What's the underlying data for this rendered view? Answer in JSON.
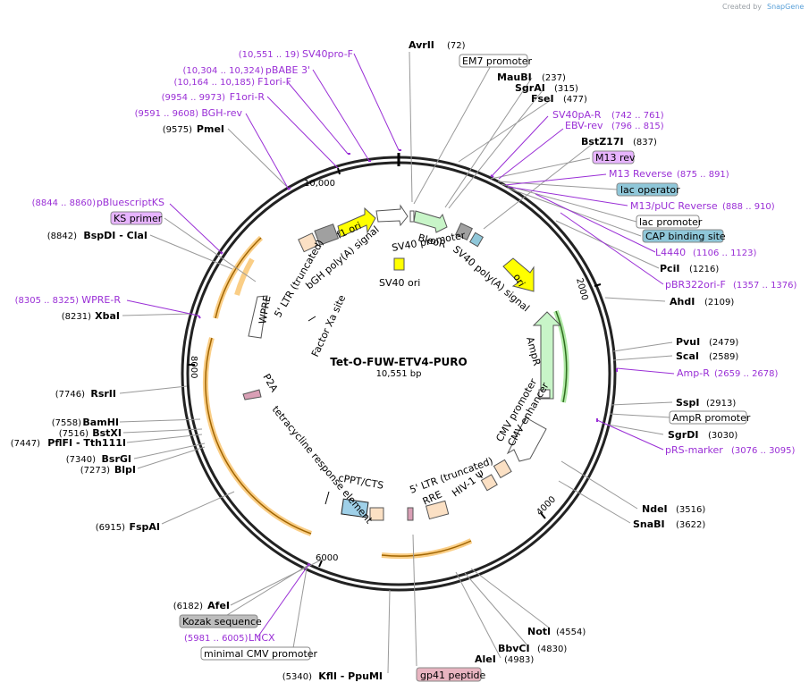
{
  "credit": {
    "prefix": "Created by",
    "brand": "SnapGene"
  },
  "plasmid": {
    "name": "Tet-O-FUW-ETV4-PURO",
    "size": "10,551 bp"
  },
  "ticks": [
    "2000",
    "4000",
    "6000",
    "8000",
    "10,000"
  ],
  "sites": [
    {
      "name": "AvrII",
      "pos": "(72)"
    },
    {
      "name": "MauBI",
      "pos": "(237)"
    },
    {
      "name": "SgrAI",
      "pos": "(315)"
    },
    {
      "name": "FseI",
      "pos": "(477)"
    },
    {
      "name": "BstZ17I",
      "pos": "(837)"
    },
    {
      "name": "PciI",
      "pos": "(1216)"
    },
    {
      "name": "AhdI",
      "pos": "(2109)"
    },
    {
      "name": "PvuI",
      "pos": "(2479)"
    },
    {
      "name": "ScaI",
      "pos": "(2589)"
    },
    {
      "name": "SspI",
      "pos": "(2913)"
    },
    {
      "name": "SgrDI",
      "pos": "(3030)"
    },
    {
      "name": "NdeI",
      "pos": "(3516)"
    },
    {
      "name": "SnaBI",
      "pos": "(3622)"
    },
    {
      "name": "NotI",
      "pos": "(4554)"
    },
    {
      "name": "BbvCI",
      "pos": "(4830)"
    },
    {
      "name": "AleI",
      "pos": "(4983)"
    },
    {
      "name": "KflI - PpuMI",
      "pos": "(5340)"
    },
    {
      "name": "AfeI",
      "pos": "(6182)"
    },
    {
      "name": "FspAI",
      "pos": "(6915)"
    },
    {
      "name": "BlpI",
      "pos": "(7273)"
    },
    {
      "name": "BsrGI",
      "pos": "(7340)"
    },
    {
      "name": "PflFI - Tth111I",
      "pos": "(7447)"
    },
    {
      "name": "BstXI",
      "pos": "(7516)"
    },
    {
      "name": "BamHI",
      "pos": "(7558)"
    },
    {
      "name": "RsrII",
      "pos": "(7746)"
    },
    {
      "name": "XbaI",
      "pos": "(8231)"
    },
    {
      "name": "BspDI - ClaI",
      "pos": "(8842)"
    },
    {
      "name": "PmeI",
      "pos": "(9575)"
    }
  ],
  "primers": [
    {
      "name": "SV40pro-F",
      "range": "(10,551 .. 19)"
    },
    {
      "name": "pBABE 3'",
      "range": "(10,304 .. 10,324)"
    },
    {
      "name": "F1ori-F",
      "range": "(10,164 .. 10,185)"
    },
    {
      "name": "F1ori-R",
      "range": "(9954 .. 9973)"
    },
    {
      "name": "BGH-rev",
      "range": "(9591 .. 9608)"
    },
    {
      "name": "pBluescriptKS",
      "range": "(8844 .. 8860)"
    },
    {
      "name": "WPRE-R",
      "range": "(8305 .. 8325)"
    },
    {
      "name": "SV40pA-R",
      "range": "(742 .. 761)"
    },
    {
      "name": "EBV-rev",
      "range": "(796 .. 815)"
    },
    {
      "name": "M13 Reverse",
      "range": "(875 .. 891)"
    },
    {
      "name": "M13/pUC Reverse",
      "range": "(888 .. 910)"
    },
    {
      "name": "L4440",
      "range": "(1106 .. 1123)"
    },
    {
      "name": "pBR322ori-F",
      "range": "(1357 .. 1376)"
    },
    {
      "name": "Amp-R",
      "range": "(2659 .. 2678)"
    },
    {
      "name": "pRS-marker",
      "range": "(3076 .. 3095)"
    },
    {
      "name": "LNCX",
      "range": "(5981 .. 6005)"
    }
  ],
  "boxed_features": [
    {
      "name": "EM7 promoter",
      "color": "#ffffff"
    },
    {
      "name": "M13 rev",
      "color": "#e7b4ff"
    },
    {
      "name": "lac operator",
      "color": "#8fc7d9"
    },
    {
      "name": "lac promoter",
      "color": "#ffffff"
    },
    {
      "name": "CAP binding site",
      "color": "#8fc7d9"
    },
    {
      "name": "AmpR promoter",
      "color": "#ffffff"
    },
    {
      "name": "KS primer",
      "color": "#e7b4ff"
    },
    {
      "name": "Kozak sequence",
      "color": "#bdbdbd"
    },
    {
      "name": "minimal CMV promoter",
      "color": "#ffffff"
    },
    {
      "name": "gp41 peptide",
      "color": "#e8b4c0"
    }
  ],
  "inner_features": [
    "f1 ori",
    "bGH poly(A) signal",
    "SV40 promoter",
    "BleoR",
    "SV40 poly(A) signal",
    "SV40 ori",
    "ori",
    "AmpR",
    "CMV promoter",
    "CMV enhancer",
    "HIV-1 Ψ",
    "5' LTR (truncated)",
    "RRE",
    "cPPT/CTS",
    "tetracycline response element",
    "P2A",
    "Factor Xa site",
    "5' LTR (truncated)",
    "WPRE"
  ],
  "colors": {
    "primer": "#9a2fd6",
    "orf": "#f5a623",
    "ori_yellow": "#ffff00",
    "bleo_green": "#c8f5c8",
    "amp_green": "#c8f5c8"
  }
}
